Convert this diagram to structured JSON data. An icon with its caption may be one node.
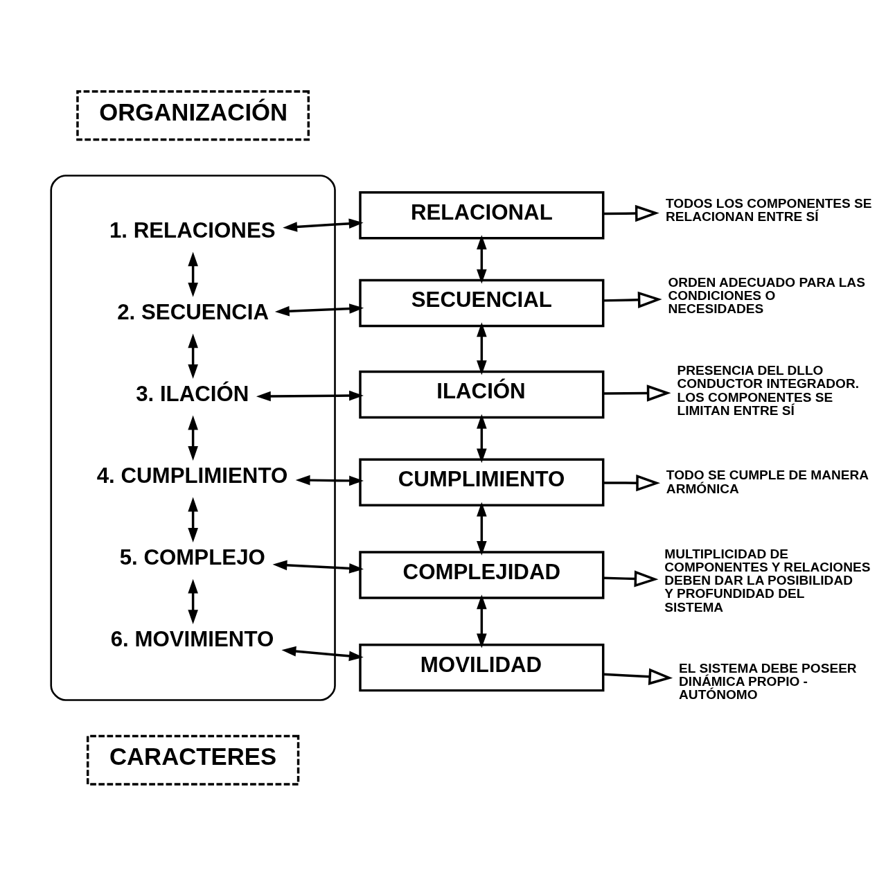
{
  "diagram": {
    "nodes": [
      {
        "text": [],
        "shape": "box"
      },
      {
        "text": [
          "CARACTERES"
        ]
      },
      {
        "text": [
          "ORGANIZACIÓN"
        ]
      },
      {
        "text": [
          "1. RELACIONES"
        ],
        "in": 0
      },
      {
        "text": [
          "2. SECUENCIA"
        ],
        "in": 0
      },
      {
        "text": [
          "3. ILACIÓN"
        ],
        "in": 0
      },
      {
        "text": [
          "4. CUMPLIMIENTO"
        ],
        "in": 0
      },
      {
        "text": [
          "5. COMPLEJO"
        ],
        "in": 0
      },
      {
        "text": [
          "6. MOVIMIENTO"
        ],
        "in": 0
      },
      {
        "text": [
          "RELACIONAL"
        ]
      },
      {
        "text": [
          "SECUENCIAL"
        ]
      },
      {
        "text": [
          "ILACIÓN"
        ]
      },
      {
        "text": [
          "CUMPLIMIENTO"
        ]
      },
      {
        "text": [
          "COMPLEJIDAD"
        ]
      },
      {
        "text": [
          "MOVILIDAD"
        ]
      },
      {
        "text": [
          "TODOS LOS COMPONENTES SE RELACIONAN ENTRE SÍ"
        ]
      },
      {
        "text": [
          "ORDEN ADECUADO PARA LAS CONDICIONES O NECESIDADES"
        ]
      },
      {
        "text": [
          "PRESENCIA DEL DLLO CONDUCTOR INTEGRADOR. LOS COMPONENTES SE LIMITAN ENTRE SÍ"
        ]
      },
      {
        "text": [
          "TODO SE CUMPLE DE MANERA ARMÓNICA"
        ]
      },
      {
        "text": [
          "MULTIPLICIDAD DE COMPONENTES Y RELACIONES DEBEN DAR LA POSIBILIDAD Y PROFUNDIDAD DEL SISTEMA"
        ]
      },
      {
        "text": [
          "EL SISTEMA DEBE POSEER DINÁMICA PROPIO - AUTÓNOMO"
        ]
      }
    ],
    "edges": [
      {
        "from": 3,
        "to": 9,
        "arrow": "both"
      },
      {
        "from": 4,
        "to": 10,
        "arrow": "both"
      },
      {
        "from": 5,
        "to": 11,
        "arrow": "both"
      },
      {
        "from": 6,
        "to": 12,
        "arrow": "both"
      },
      {
        "from": 7,
        "to": 13,
        "arrow": "both"
      },
      {
        "from": 8,
        "to": 14,
        "arrow": "both"
      },
      {
        "from": 3,
        "to": 4,
        "arrow": "both"
      },
      {
        "from": 4,
        "to": 5,
        "arrow": "both"
      },
      {
        "from": 5,
        "to": 6,
        "arrow": "both"
      },
      {
        "from": 6,
        "to": 7,
        "arrow": "both"
      },
      {
        "from": 7,
        "to": 8,
        "arrow": "both"
      },
      {
        "from": 9,
        "to": 10,
        "arrow": "both"
      },
      {
        "from": 10,
        "to": 11,
        "arrow": "both"
      },
      {
        "from": 11,
        "to": 12,
        "arrow": "both"
      },
      {
        "from": 12,
        "to": 13,
        "arrow": "both"
      },
      {
        "from": 13,
        "to": 14,
        "arrow": "both"
      },
      {
        "from": 9,
        "to": 15,
        "arrow": "to"
      },
      {
        "from": 10,
        "to": 16,
        "arrow": "to"
      },
      {
        "from": 11,
        "to": 17,
        "arrow": "to"
      },
      {
        "from": 12,
        "to": 18,
        "arrow": "to"
      },
      {
        "from": 13,
        "to": 19,
        "arrow": "to"
      },
      {
        "from": 14,
        "to": 20,
        "arrow": "to"
      }
    ]
  }
}
